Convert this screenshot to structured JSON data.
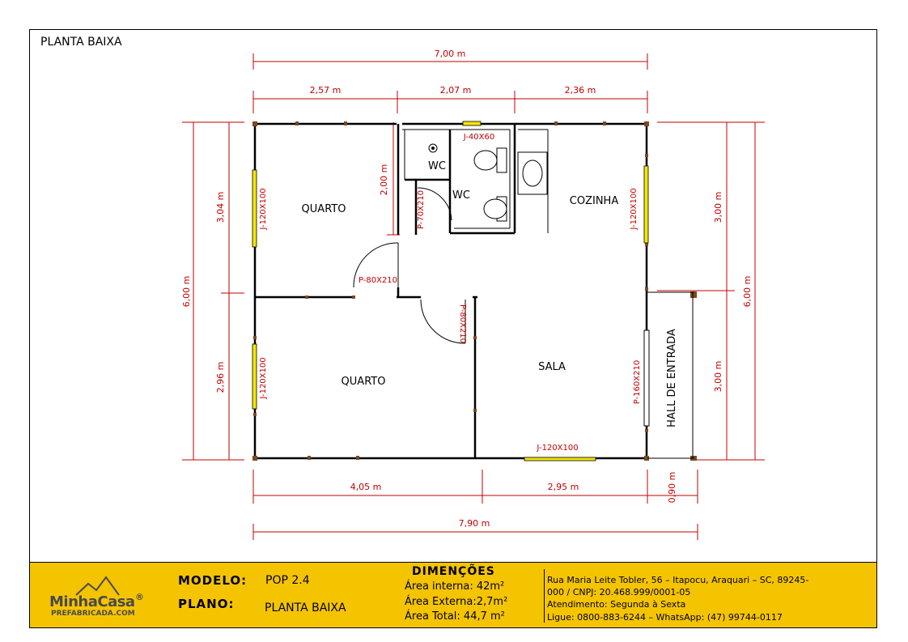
{
  "sheet_title": "PLANTA BAIXA",
  "dimensions": {
    "top_total": "7,00 m",
    "top_seg1": "2,57 m",
    "top_seg2": "2,07 m",
    "top_seg3": "2,36 m",
    "left_total": "6,00 m",
    "left_seg1": "3,04 m",
    "left_seg2": "2,96 m",
    "wc_height": "2,00 m",
    "right_total": "6,00 m",
    "right_seg1": "3,00 m",
    "right_seg2": "3,00 m",
    "bottom_seg1": "4,05 m",
    "bottom_seg2": "2,95 m",
    "bottom_seg3": "0,90 m",
    "bottom_total": "7,90 m"
  },
  "rooms": {
    "quarto_top": "QUARTO",
    "quarto_bottom": "QUARTO",
    "wc1": "WC",
    "wc2": "WC",
    "cozinha": "COZINHA",
    "sala": "SALA",
    "hall": "HALL DE ENTRADA"
  },
  "openings": {
    "j_wc": "J-40X60",
    "j_quarto_top": "J-120X100",
    "j_quarto_bottom": "J-120X100",
    "j_cozinha": "J-120X100",
    "j_sala": "J-120X100",
    "p_wc": "P-70X210",
    "p_quarto_top": "P-80X210",
    "p_quarto_bottom": "P-80X210",
    "p_sala": "P-160X210"
  },
  "footer": {
    "logo_main": "MinhaCasa",
    "logo_reg": "®",
    "logo_sub": "PREFABRICADA.COM",
    "modelo_label": "MODELO:",
    "modelo_value": "POP 2.4",
    "plano_label": "PLANO:",
    "plano_value": "PLANTA BAIXA",
    "dim_title": "DIMENÇÕES",
    "area_interna": "Área interna: 42m²",
    "area_externa": "Área Externa:2,7m²",
    "area_total": "Área Total: 44,7 m²",
    "address_line1": "Rua Maria Leite Tobler, 56 – Itapocu, Araquari – SC, 89245-",
    "address_line2": "000 / CNPJ: 20.468.999/0001-05",
    "hours": "Atendimento: Segunda à Sexta",
    "contact": "Ligue: 0800-883-6244 – WhatsApp: (47) 99744-0117"
  },
  "colors": {
    "dimension_red": "#c00000",
    "footer_yellow": "#f5c400",
    "window_yellow": "#f2e600",
    "wall": "#000000"
  }
}
